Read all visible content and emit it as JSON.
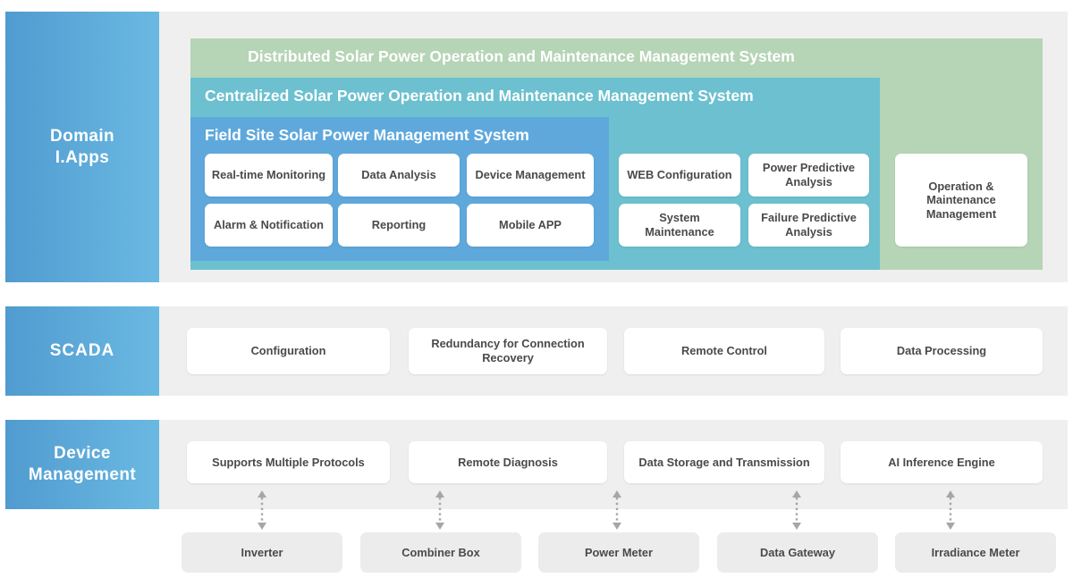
{
  "rows": [
    {
      "id": "domain-apps",
      "label": "Domain\nI.Apps"
    },
    {
      "id": "scada",
      "label": "SCADA"
    },
    {
      "id": "device-management",
      "label": "Device\nManagement"
    }
  ],
  "domain_apps": {
    "layers": {
      "distributed": {
        "title": "Distributed Solar Power Operation and Maintenance Management System",
        "color": "#b6d4b6"
      },
      "centralized": {
        "title": "Centralized Solar Power Operation and Maintenance Management System",
        "color": "#6cc0cf"
      },
      "field_site": {
        "title": "Field Site Solar Power Management System",
        "color": "#5fa8dc"
      }
    },
    "field_site_cards": [
      "Real-time Monitoring",
      "Data Analysis",
      "Device Management",
      "Alarm & Notification",
      "Reporting",
      "Mobile APP"
    ],
    "centralized_cards": [
      "WEB Configuration",
      "Power Predictive Analysis",
      "System Maintenance",
      "Failure Predictive Analysis"
    ],
    "distributed_cards": [
      "Operation & Maintenance Management"
    ]
  },
  "scada": {
    "cards": [
      "Configuration",
      "Redundancy for Connection Recovery",
      "Remote Control",
      "Data Processing"
    ]
  },
  "device_management": {
    "cards": [
      "Supports Multiple Protocols",
      "Remote Diagnosis",
      "Data Storage and Transmission",
      "AI Inference Engine"
    ]
  },
  "hardware": {
    "devices": [
      "Inverter",
      "Combiner Box",
      "Power Meter",
      "Data Gateway",
      "Irradiance Meter"
    ]
  },
  "connectors": {
    "count": 5,
    "style": "dotted-double-arrow",
    "color": "#a6a6a6"
  },
  "colors": {
    "band_background": "#efefef",
    "label_gradient_start": "#519bd0",
    "label_gradient_end": "#6ab9e2",
    "card_text": "#4a4a4a",
    "hardware_box": "#ececec",
    "page_background": "#ffffff"
  }
}
